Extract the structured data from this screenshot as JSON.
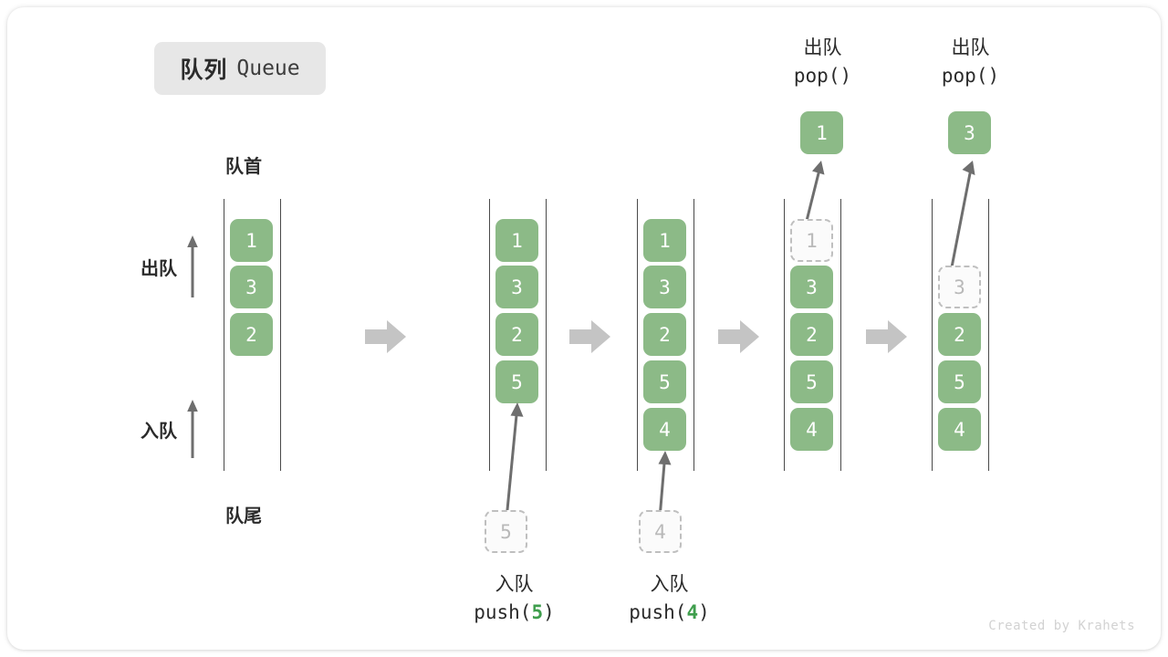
{
  "title": {
    "cn": "队列",
    "en": "Queue"
  },
  "labels": {
    "front": "队首",
    "rear": "队尾",
    "dequeue": "出队",
    "enqueue": "入队"
  },
  "colors": {
    "cell_fill": "#8cba87",
    "cell_text": "#ffffff",
    "ghost_border": "#bfbfbf",
    "ghost_text": "#b9b9b9",
    "rail": "#4a4a4a",
    "arrow": "#c4c4c4",
    "motion_arrow": "#6e6e6e",
    "code_value": "#3f9e4d",
    "badge_bg": "#e7e7e7"
  },
  "steps": [
    {
      "id": "initial",
      "cells": [
        {
          "value": "1",
          "state": "filled",
          "slot": 0
        },
        {
          "value": "3",
          "state": "filled",
          "slot": 1
        },
        {
          "value": "2",
          "state": "filled",
          "slot": 2
        }
      ]
    },
    {
      "id": "after-push-5",
      "cells": [
        {
          "value": "1",
          "state": "filled",
          "slot": 0
        },
        {
          "value": "3",
          "state": "filled",
          "slot": 1
        },
        {
          "value": "2",
          "state": "filled",
          "slot": 2
        },
        {
          "value": "5",
          "state": "filled",
          "slot": 3
        }
      ],
      "incoming": {
        "value": "5",
        "state": "ghost"
      },
      "caption": {
        "cn": "入队",
        "fn": "push(",
        "val": "5",
        "fn_end": ")"
      }
    },
    {
      "id": "after-push-4",
      "cells": [
        {
          "value": "1",
          "state": "filled",
          "slot": 0
        },
        {
          "value": "3",
          "state": "filled",
          "slot": 1
        },
        {
          "value": "2",
          "state": "filled",
          "slot": 2
        },
        {
          "value": "5",
          "state": "filled",
          "slot": 3
        },
        {
          "value": "4",
          "state": "filled",
          "slot": 4
        }
      ],
      "incoming": {
        "value": "4",
        "state": "ghost"
      },
      "caption": {
        "cn": "入队",
        "fn": "push(",
        "val": "4",
        "fn_end": ")"
      }
    },
    {
      "id": "after-pop-1",
      "cells": [
        {
          "value": "1",
          "state": "ghost",
          "slot": 0
        },
        {
          "value": "3",
          "state": "filled",
          "slot": 1
        },
        {
          "value": "2",
          "state": "filled",
          "slot": 2
        },
        {
          "value": "5",
          "state": "filled",
          "slot": 3
        },
        {
          "value": "4",
          "state": "filled",
          "slot": 4
        }
      ],
      "outgoing": {
        "value": "1",
        "state": "filled"
      },
      "caption": {
        "cn": "出队",
        "fn": "pop()"
      }
    },
    {
      "id": "after-pop-3",
      "cells": [
        {
          "value": "3",
          "state": "ghost",
          "slot": 1
        },
        {
          "value": "2",
          "state": "filled",
          "slot": 2
        },
        {
          "value": "5",
          "state": "filled",
          "slot": 3
        },
        {
          "value": "4",
          "state": "filled",
          "slot": 4
        }
      ],
      "outgoing": {
        "value": "3",
        "state": "filled"
      },
      "caption": {
        "cn": "出队",
        "fn": "pop()"
      }
    }
  ],
  "credit": "Created by Krahets"
}
